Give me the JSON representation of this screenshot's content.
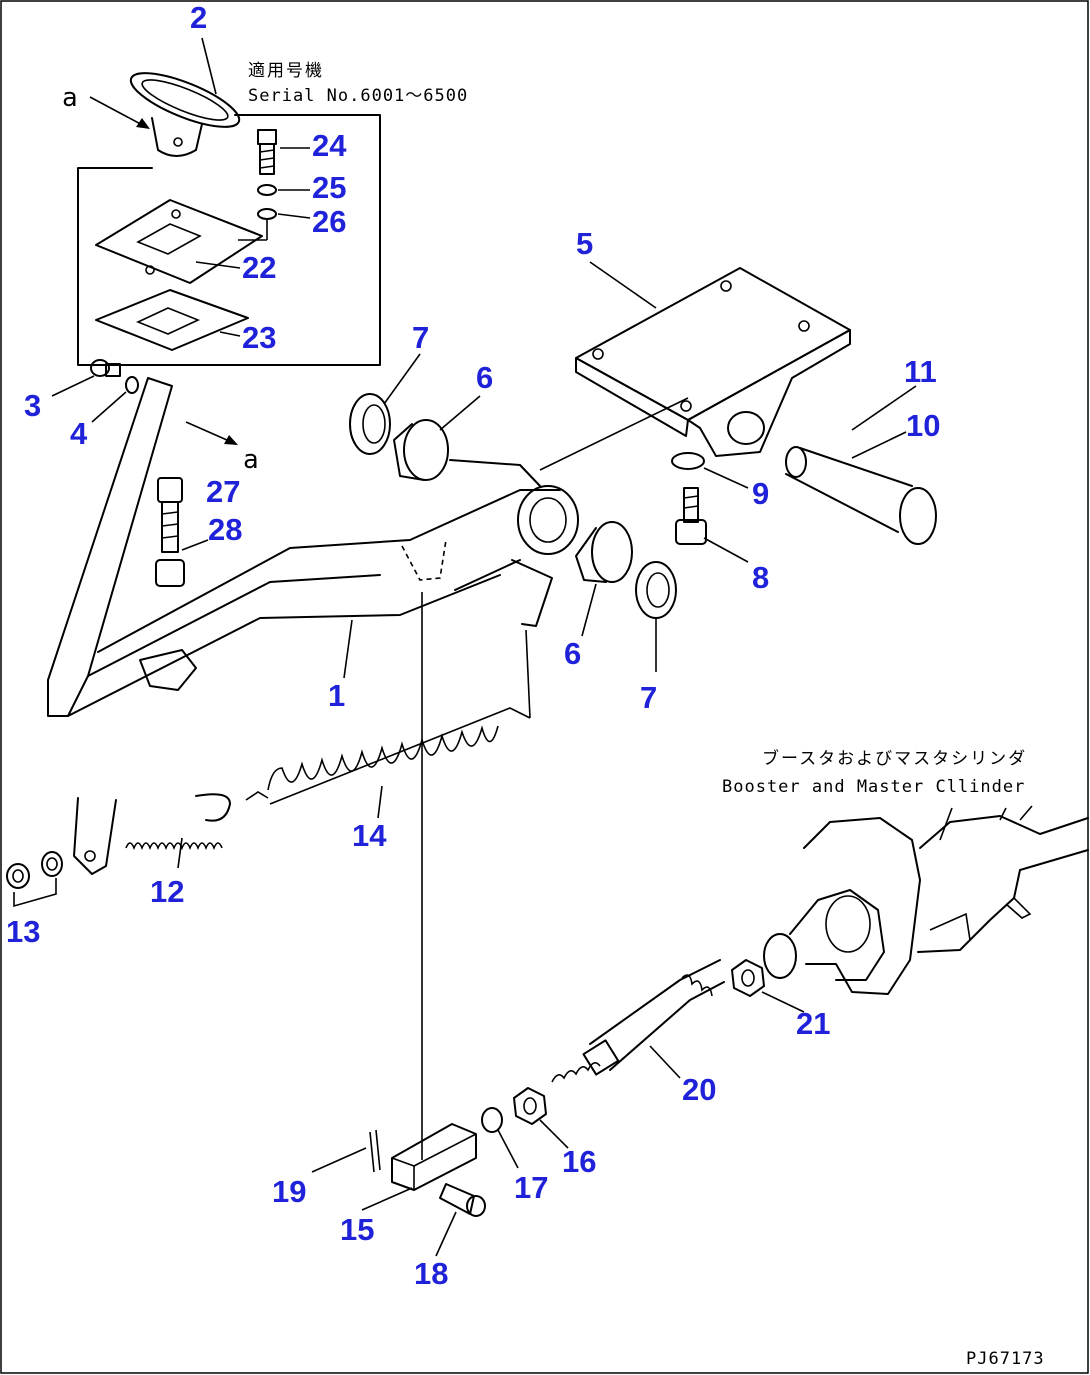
{
  "drawing_code": "PJ67173",
  "serial_note": {
    "japanese": "適用号機",
    "english": "Serial No.6001～6500"
  },
  "booster_note": {
    "japanese": "ブースタおよびマスタシリンダ",
    "english": "Booster and Master Cllinder"
  },
  "view_marker": "a",
  "callouts": [
    "1",
    "2",
    "3",
    "4",
    "5",
    "6",
    "6",
    "7",
    "7",
    "8",
    "9",
    "10",
    "11",
    "12",
    "13",
    "14",
    "15",
    "16",
    "17",
    "18",
    "19",
    "20",
    "21",
    "22",
    "23",
    "24",
    "25",
    "26",
    "27",
    "28"
  ]
}
